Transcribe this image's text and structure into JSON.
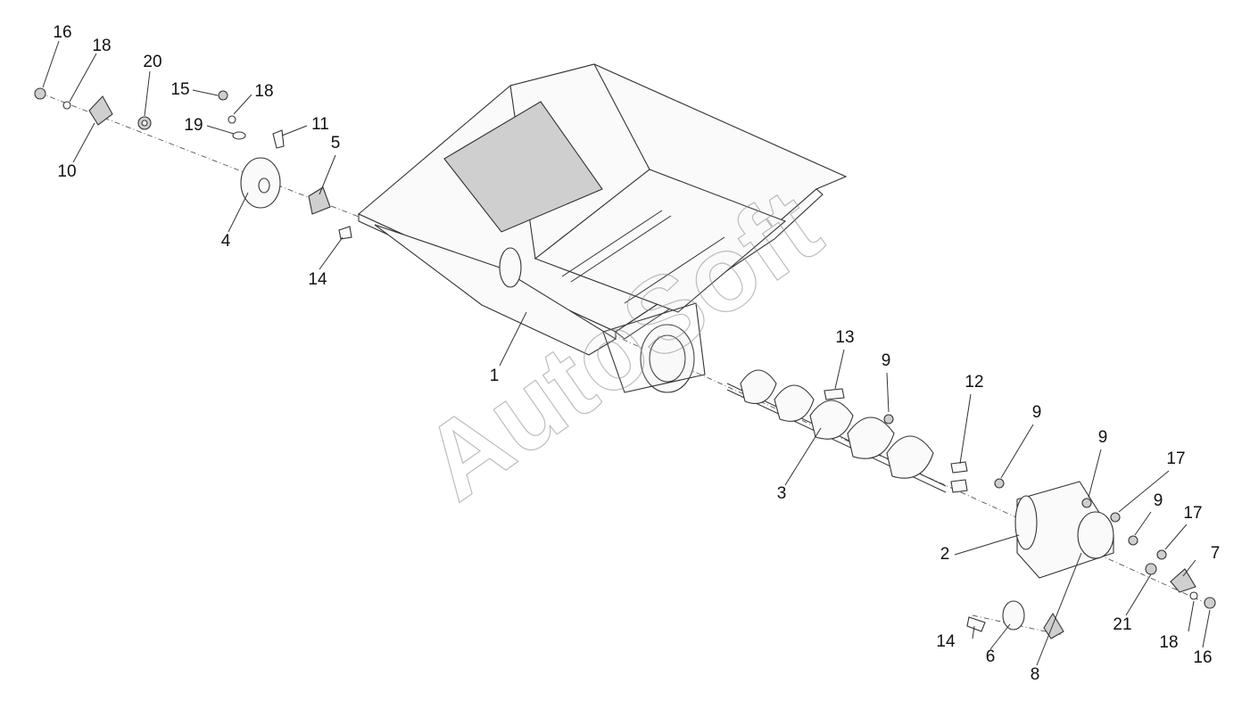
{
  "watermark": "AutoSoft",
  "callouts": [
    {
      "id": "c16a",
      "text": "16"
    },
    {
      "id": "c18a",
      "text": "18"
    },
    {
      "id": "c20",
      "text": "20"
    },
    {
      "id": "c15",
      "text": "15"
    },
    {
      "id": "c18b",
      "text": "18"
    },
    {
      "id": "c19",
      "text": "19"
    },
    {
      "id": "c11",
      "text": "11"
    },
    {
      "id": "c10",
      "text": "10"
    },
    {
      "id": "c5",
      "text": "5"
    },
    {
      "id": "c4",
      "text": "4"
    },
    {
      "id": "c14a",
      "text": "14"
    },
    {
      "id": "c1",
      "text": "1"
    },
    {
      "id": "c13",
      "text": "13"
    },
    {
      "id": "c9a",
      "text": "9"
    },
    {
      "id": "c12",
      "text": "12"
    },
    {
      "id": "c9b",
      "text": "9"
    },
    {
      "id": "c9c",
      "text": "9"
    },
    {
      "id": "c17a",
      "text": "17"
    },
    {
      "id": "c9d",
      "text": "9"
    },
    {
      "id": "c17b",
      "text": "17"
    },
    {
      "id": "c3",
      "text": "3"
    },
    {
      "id": "c2",
      "text": "2"
    },
    {
      "id": "c7",
      "text": "7"
    },
    {
      "id": "c21",
      "text": "21"
    },
    {
      "id": "c14b",
      "text": "14"
    },
    {
      "id": "c6",
      "text": "6"
    },
    {
      "id": "c8",
      "text": "8"
    },
    {
      "id": "c18c",
      "text": "18"
    },
    {
      "id": "c16b",
      "text": "16"
    }
  ]
}
